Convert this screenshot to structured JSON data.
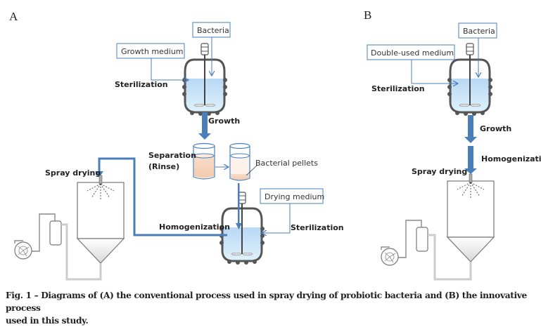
{
  "panels": {
    "A": {
      "label": "A",
      "boxes": {
        "bacteria": "Bacteria",
        "growth_medium": "Growth medium",
        "drying_medium": "Drying medium"
      },
      "steps": {
        "sterilization_1": "Sterilization",
        "growth": "Growth",
        "separation_line1": "Separation",
        "separation_line2": "(Rinse)",
        "bacterial_pellets": "Bacterial pellets",
        "spray_drying": "Spray drying",
        "homogenization": "Homogenization",
        "sterilization_2": "Sterilization"
      }
    },
    "B": {
      "label": "B",
      "boxes": {
        "bacteria": "Bacteria",
        "double_used_medium": "Double-used medium"
      },
      "steps": {
        "sterilization": "Sterilization",
        "growth": "Growth",
        "homogenization": "Homogenization",
        "spray_drying": "Spray drying"
      }
    }
  },
  "caption": {
    "line1": "Fig. 1 – Diagrams of (A) the conventional process used in spray drying of probiotic bacteria and (B) the innovative process",
    "line2": "used in this study."
  },
  "colors": {
    "flow_arrow": "#4a7ebb",
    "liquid": "#bfe0f7",
    "pellet": "#f6d5bd",
    "vessel": "#595959",
    "box_border": "#4a7ebb"
  }
}
